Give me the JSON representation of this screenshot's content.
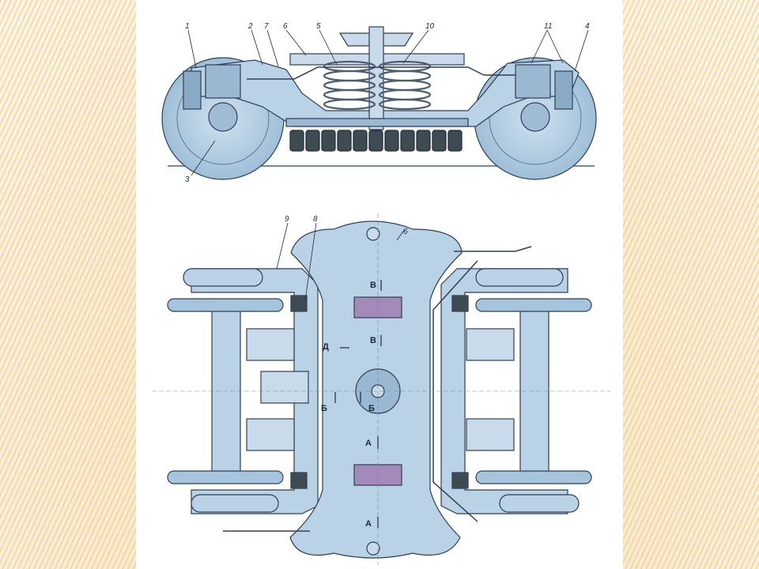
{
  "side_view": {
    "callouts": [
      "1",
      "2",
      "7",
      "6",
      "5",
      "10",
      "11",
      "4",
      "3"
    ]
  },
  "plan_view": {
    "callouts": [
      "9",
      "8",
      "6"
    ],
    "section_marks": [
      "В",
      "В",
      "Д",
      "Б",
      "Б",
      "А",
      "А"
    ]
  },
  "colors": {
    "fill": "#b9d2e6",
    "stroke": "#2f3f55",
    "dark_fill": "#3f4b52",
    "spring": "#4c5e70",
    "magenta": "#a48ab8"
  }
}
